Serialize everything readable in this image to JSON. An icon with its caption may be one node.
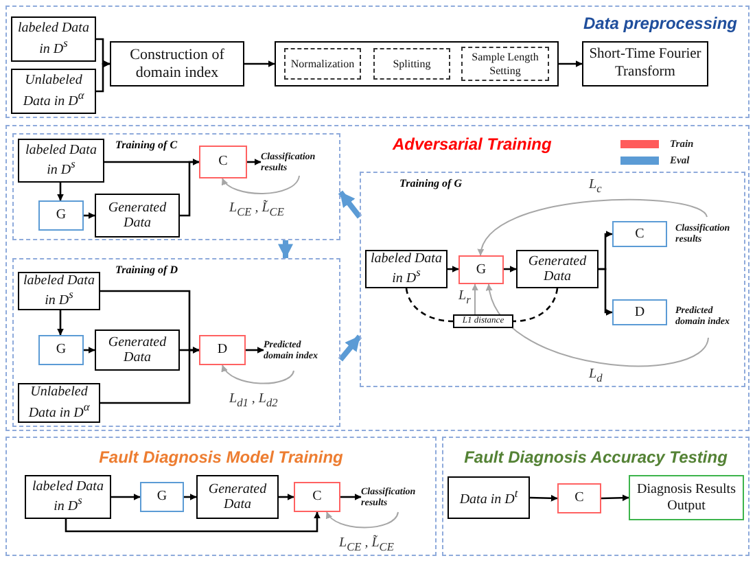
{
  "diagram": {
    "nodes": [
      {
        "text": [
          "Data preprocessing"
        ]
      },
      {
        "text": [
          "labeled Data in D$^{s}$"
        ],
        "in": 0
      },
      {
        "text": [
          "Unlabeled Data in D$^{α}$"
        ],
        "in": 0
      },
      {
        "text": [
          "Construction of domain index"
        ],
        "in": 0
      },
      {
        "text": [],
        "shape": "box",
        "in": 0
      },
      {
        "text": [
          "Normalization"
        ],
        "in": 4
      },
      {
        "text": [
          "Splitting"
        ],
        "in": 4
      },
      {
        "text": [
          "Sample Length Setting"
        ],
        "in": 4
      },
      {
        "text": [
          "Short-Time Fourier Transform"
        ],
        "in": 0
      },
      {
        "text": [
          "Adversarial Training"
        ]
      },
      {
        "text": [
          "Training of C"
        ],
        "in": 9
      },
      {
        "text": [
          "labeled Data in D$^{s}$"
        ],
        "in": 10
      },
      {
        "text": [
          "G"
        ],
        "in": 10
      },
      {
        "text": [
          "Generated Data"
        ],
        "in": 10
      },
      {
        "text": [
          "C"
        ],
        "in": 10
      },
      {
        "text": [
          "Classification results"
        ],
        "in": 10
      },
      {
        "text": [
          "Training of D"
        ],
        "in": 9
      },
      {
        "text": [
          "labeled Data in D$^{s}$"
        ],
        "in": 16
      },
      {
        "text": [
          "G"
        ],
        "in": 16
      },
      {
        "text": [
          "Generated Data"
        ],
        "in": 16
      },
      {
        "text": [
          "D"
        ],
        "in": 16
      },
      {
        "text": [
          "Predicted domain index"
        ],
        "in": 16
      },
      {
        "text": [
          "Unlabeled Data in D$^{α}$"
        ],
        "in": 16
      },
      {
        "text": [
          "Training of G"
        ],
        "in": 9
      },
      {
        "text": [
          "labeled Data in D$^{s}$"
        ],
        "in": 23
      },
      {
        "text": [
          "G"
        ],
        "in": 23
      },
      {
        "text": [
          "Generated Data"
        ],
        "in": 23
      },
      {
        "text": [
          "C"
        ],
        "in": 23
      },
      {
        "text": [
          "Classification results"
        ],
        "in": 23
      },
      {
        "text": [
          "D"
        ],
        "in": 23
      },
      {
        "text": [
          "Predicted domain index"
        ],
        "in": 23
      },
      {
        "text": [
          "L1 distance"
        ],
        "in": 23
      },
      {
        "text": [
          "Fault Diagnosis Model Training"
        ]
      },
      {
        "text": [
          "labeled Data in D$^{s}$"
        ],
        "in": 32
      },
      {
        "text": [
          "G"
        ],
        "in": 32
      },
      {
        "text": [
          "Generated Data"
        ],
        "in": 32
      },
      {
        "text": [
          "C"
        ],
        "in": 32
      },
      {
        "text": [
          "Classification results"
        ],
        "in": 32
      },
      {
        "text": [
          "Fault Diagnosis Accuracy Testing"
        ]
      },
      {
        "text": [
          "Data in D$^{t}$"
        ],
        "in": 38
      },
      {
        "text": [
          "C"
        ],
        "in": 38
      },
      {
        "text": [
          "Diagnosis Results Output"
        ],
        "in": 38
      }
    ],
    "edges": [
      {
        "from": 1,
        "to": 3,
        "arrow": "to"
      },
      {
        "from": 2,
        "to": 3,
        "arrow": "to"
      },
      {
        "from": 3,
        "to": 4,
        "arrow": "to"
      },
      {
        "from": 4,
        "to": 8,
        "arrow": "to"
      },
      {
        "from": 11,
        "to": 14,
        "arrow": "to"
      },
      {
        "from": 11,
        "to": 12,
        "arrow": "to"
      },
      {
        "from": 12,
        "to": 13,
        "arrow": "to"
      },
      {
        "from": 13,
        "to": 14,
        "arrow": "to"
      },
      {
        "from": 14,
        "to": 15,
        "arrow": "to"
      },
      {
        "from": 15,
        "to": 14,
        "arrow": "to",
        "label": "L$_{CE}$ , L̃$_{CE}$",
        "color": "#a6a6a6"
      },
      {
        "from": 17,
        "to": 20,
        "arrow": "to"
      },
      {
        "from": 17,
        "to": 18,
        "arrow": "to"
      },
      {
        "from": 18,
        "to": 19,
        "arrow": "to"
      },
      {
        "from": 19,
        "to": 20,
        "arrow": "to"
      },
      {
        "from": 22,
        "to": 20,
        "arrow": "to"
      },
      {
        "from": 20,
        "to": 21,
        "arrow": "to"
      },
      {
        "from": 21,
        "to": 20,
        "arrow": "to",
        "label": "L$_{d1}$ , L$_{d2}$",
        "color": "#a6a6a6"
      },
      {
        "from": 24,
        "to": 25,
        "arrow": "to"
      },
      {
        "from": 25,
        "to": 26,
        "arrow": "to"
      },
      {
        "from": 26,
        "to": 27,
        "arrow": "to"
      },
      {
        "from": 26,
        "to": 29,
        "arrow": "to"
      },
      {
        "from": 28,
        "to": 25,
        "arrow": "to",
        "label": "L$_{c}$",
        "color": "#a6a6a6"
      },
      {
        "from": 30,
        "to": 25,
        "arrow": "to",
        "label": "L$_{d}$",
        "color": "#a6a6a6"
      },
      {
        "from": 24,
        "to": 31,
        "arrow": "none",
        "style": "dashed"
      },
      {
        "from": 26,
        "to": 31,
        "arrow": "none",
        "style": "dashed"
      },
      {
        "from": 31,
        "to": 25,
        "arrow": "to",
        "label": "L$_{r}$",
        "color": "#a6a6a6"
      },
      {
        "from": 33,
        "to": 34,
        "arrow": "to"
      },
      {
        "from": 34,
        "to": 35,
        "arrow": "to"
      },
      {
        "from": 35,
        "to": 36,
        "arrow": "to"
      },
      {
        "from": 36,
        "to": 37,
        "arrow": "to"
      },
      {
        "from": 33,
        "to": 36,
        "arrow": "to"
      },
      {
        "from": 37,
        "to": 36,
        "arrow": "to",
        "label": "L$_{CE}$ , L̃$_{CE}$",
        "color": "#a6a6a6"
      },
      {
        "from": 39,
        "to": 40,
        "arrow": "to"
      },
      {
        "from": 40,
        "to": 41,
        "arrow": "to"
      },
      {
        "from": 10,
        "to": 16,
        "arrow": "to",
        "style": "thick",
        "color": "#5b9bd5"
      },
      {
        "from": 16,
        "to": 23,
        "arrow": "to",
        "style": "thick",
        "color": "#5b9bd5"
      },
      {
        "from": 23,
        "to": 10,
        "arrow": "to",
        "style": "thick",
        "color": "#5b9bd5"
      }
    ],
    "legend": [
      {
        "text": "Train",
        "color": "#ff5b5b"
      },
      {
        "text": "Eval",
        "color": "#5b9bd5"
      }
    ]
  }
}
